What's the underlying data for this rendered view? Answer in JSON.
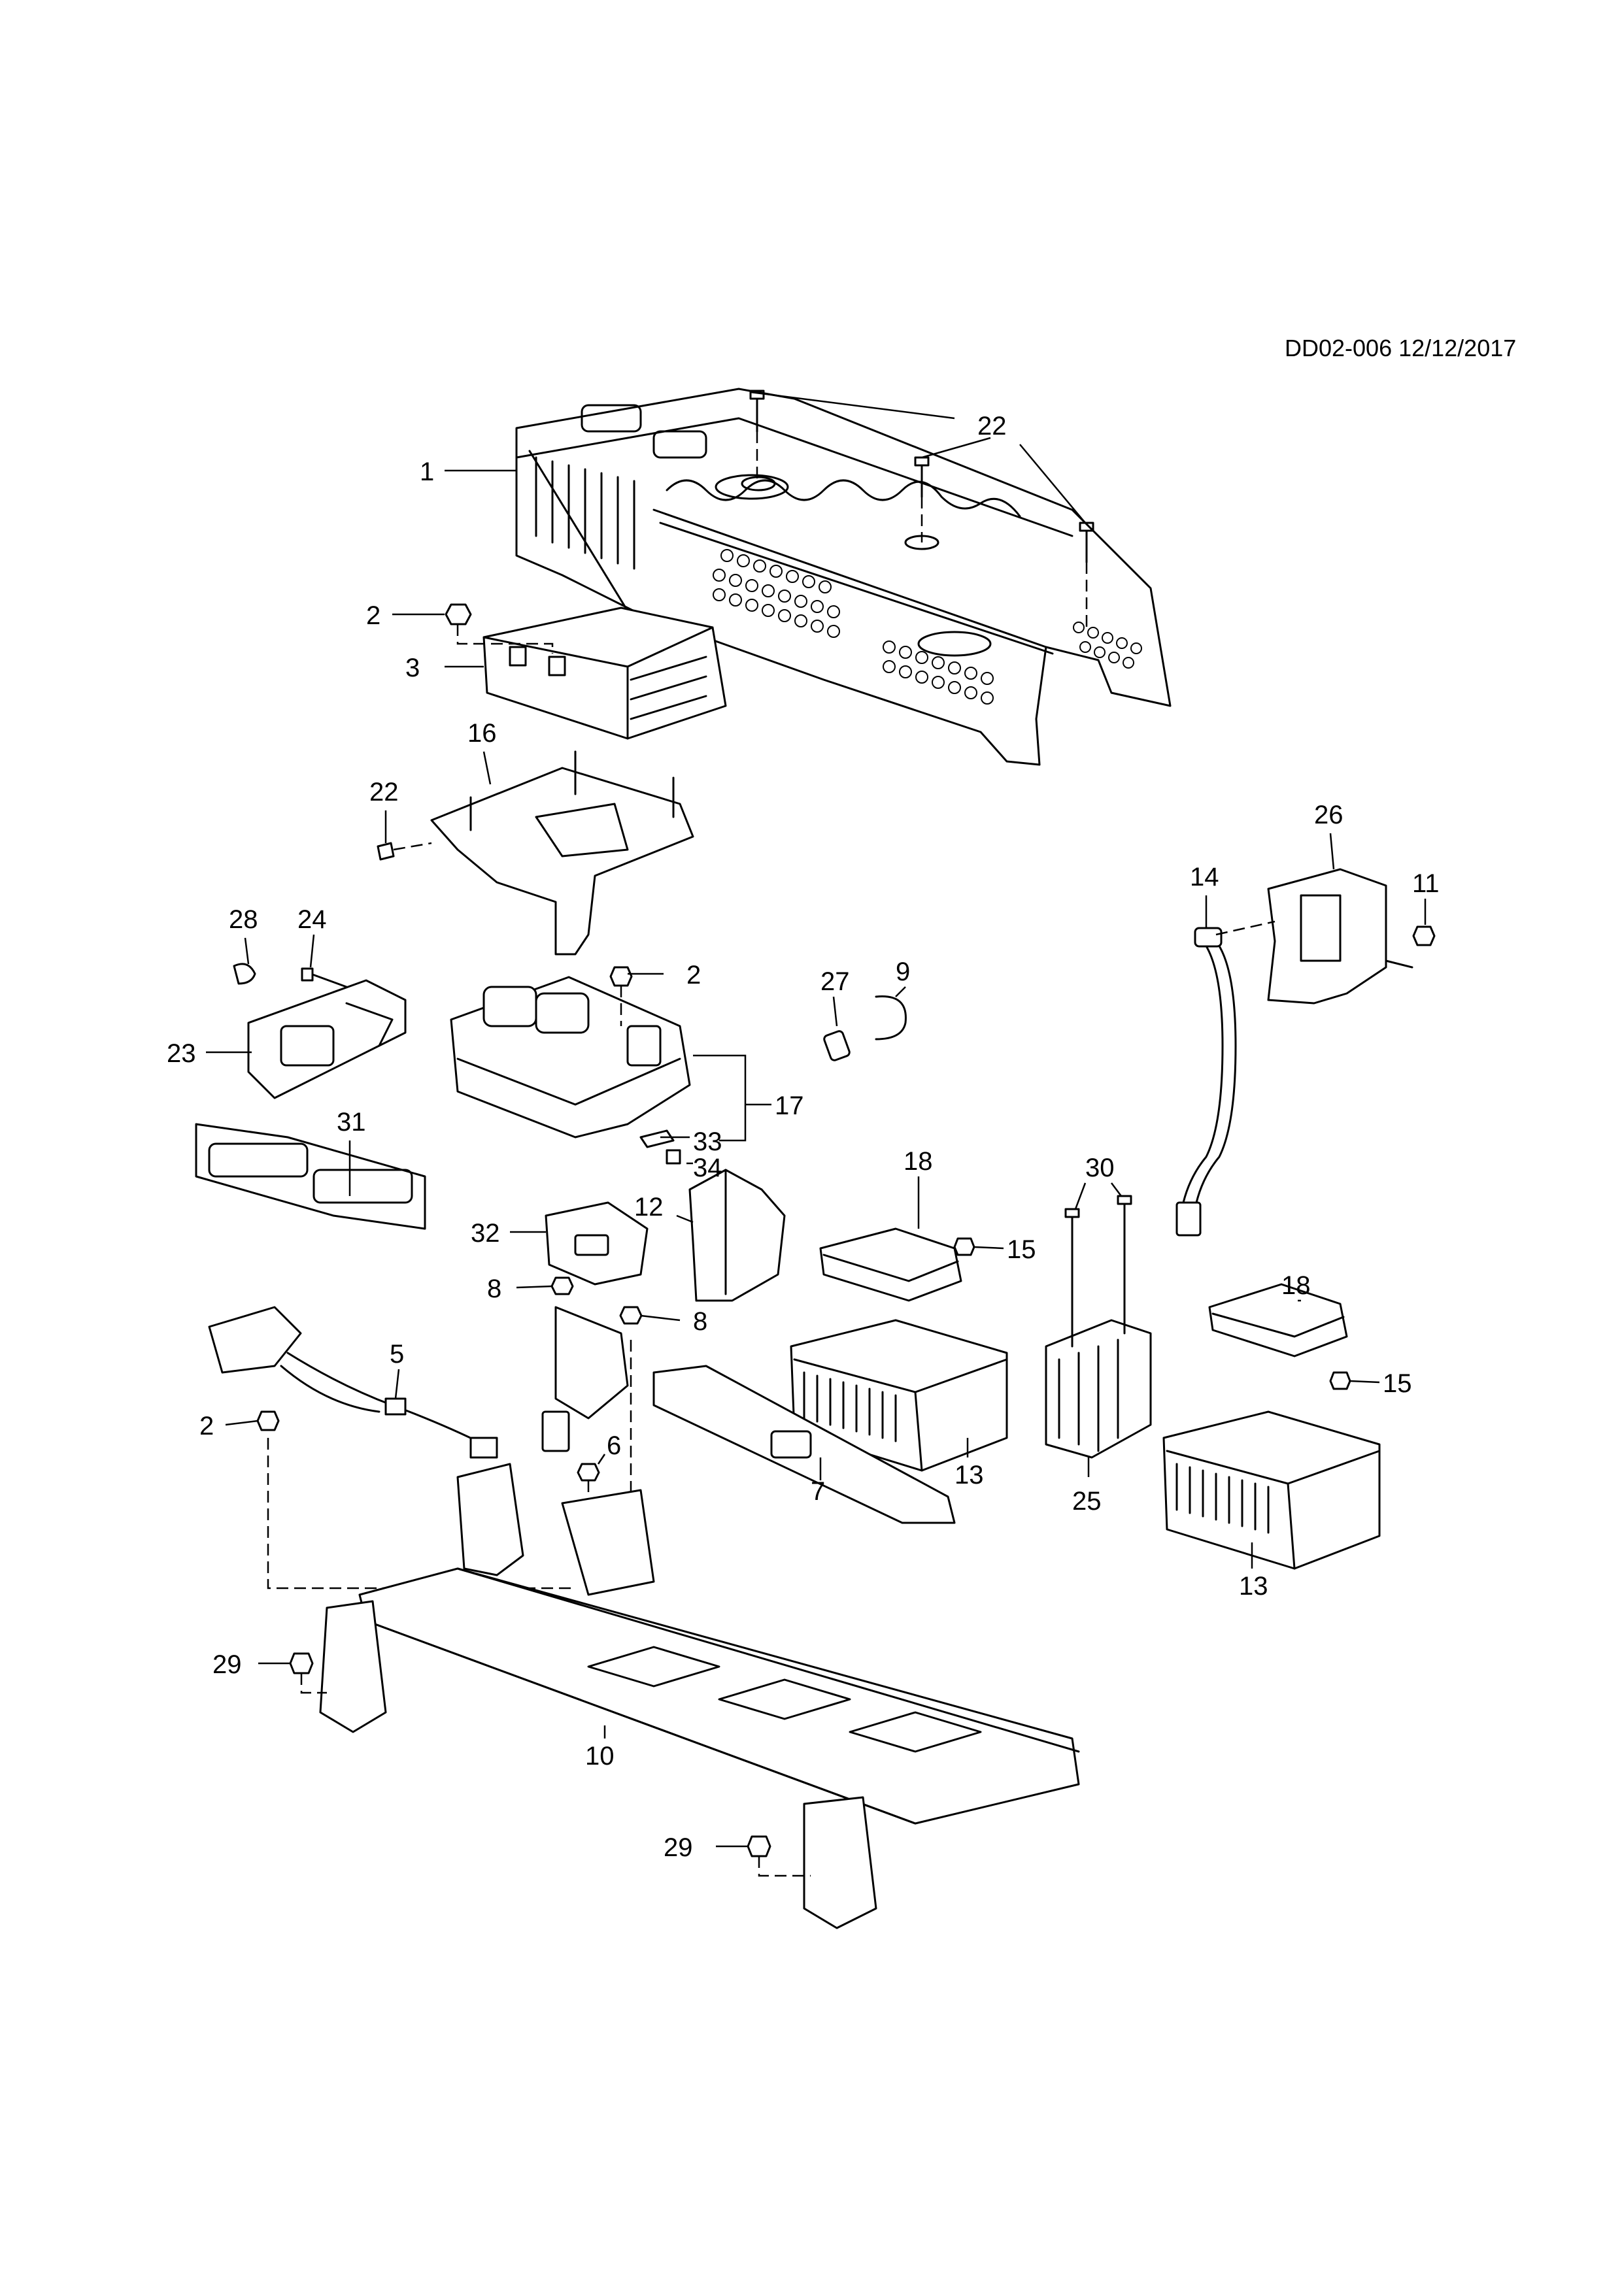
{
  "document_id": "DD02-006 12/12/2017",
  "callouts": [
    {
      "id": "c1",
      "number": "1"
    },
    {
      "id": "c2a",
      "number": "2"
    },
    {
      "id": "c2b",
      "number": "2"
    },
    {
      "id": "c2c",
      "number": "2"
    },
    {
      "id": "c3",
      "number": "3"
    },
    {
      "id": "c5",
      "number": "5"
    },
    {
      "id": "c6",
      "number": "6"
    },
    {
      "id": "c7",
      "number": "7"
    },
    {
      "id": "c8a",
      "number": "8"
    },
    {
      "id": "c8b",
      "number": "8"
    },
    {
      "id": "c9",
      "number": "9"
    },
    {
      "id": "c10",
      "number": "10"
    },
    {
      "id": "c11",
      "number": "11"
    },
    {
      "id": "c12",
      "number": "12"
    },
    {
      "id": "c13a",
      "number": "13"
    },
    {
      "id": "c13b",
      "number": "13"
    },
    {
      "id": "c14",
      "number": "14"
    },
    {
      "id": "c15a",
      "number": "15"
    },
    {
      "id": "c15b",
      "number": "15"
    },
    {
      "id": "c16",
      "number": "16"
    },
    {
      "id": "c17",
      "number": "17"
    },
    {
      "id": "c18a",
      "number": "18"
    },
    {
      "id": "c18b",
      "number": "18"
    },
    {
      "id": "c22a",
      "number": "22"
    },
    {
      "id": "c22b",
      "number": "22"
    },
    {
      "id": "c23",
      "number": "23"
    },
    {
      "id": "c24",
      "number": "24"
    },
    {
      "id": "c25",
      "number": "25"
    },
    {
      "id": "c26",
      "number": "26"
    },
    {
      "id": "c27",
      "number": "27"
    },
    {
      "id": "c28",
      "number": "28"
    },
    {
      "id": "c29a",
      "number": "29"
    },
    {
      "id": "c29b",
      "number": "29"
    },
    {
      "id": "c30",
      "number": "30"
    },
    {
      "id": "c31",
      "number": "31"
    },
    {
      "id": "c32",
      "number": "32"
    },
    {
      "id": "c33",
      "number": "33"
    },
    {
      "id": "c34",
      "number": "34"
    }
  ]
}
